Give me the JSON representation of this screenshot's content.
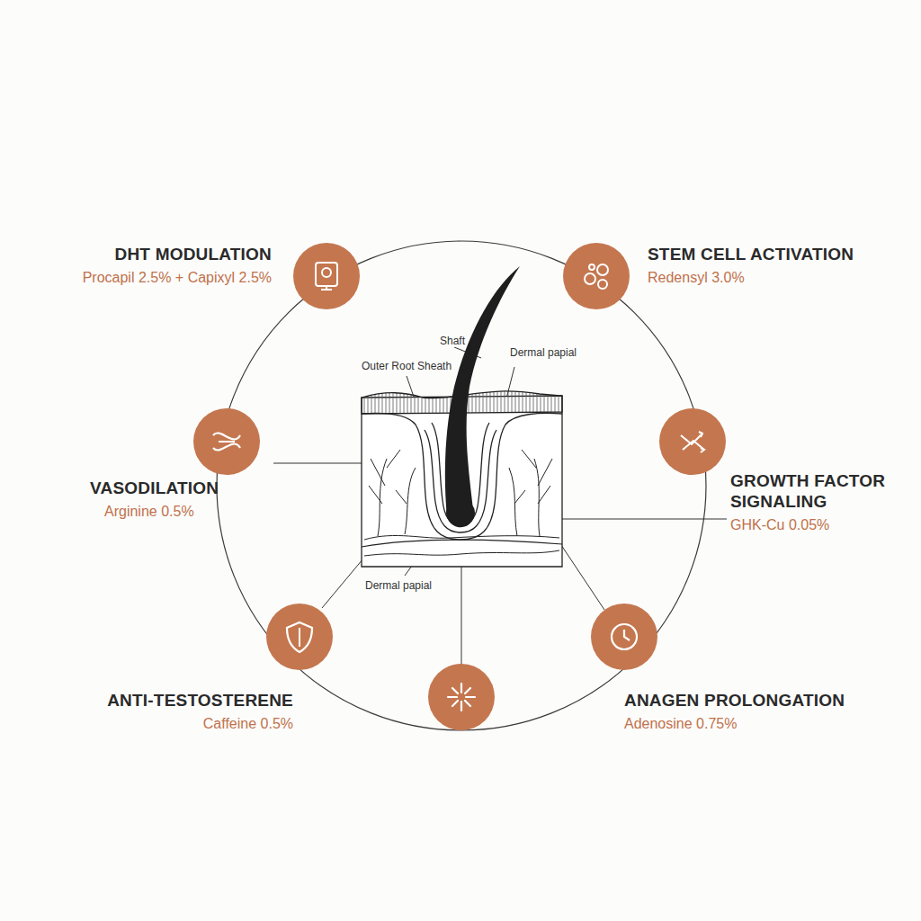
{
  "diagram": {
    "nodes": [
      {
        "text": [
          "DHT MODULATION",
          "Procapil 2.5% + Capixyl 2.5%"
        ]
      },
      {
        "text": [
          "STEM CELL ACTIVATION",
          "Redensyl 3.0%"
        ]
      },
      {
        "text": [
          "VASODILATION",
          "Arginine 0.5%"
        ]
      },
      {
        "text": [
          "GROWTH FACTOR SIGNALING",
          "GHK-Cu 0.05%"
        ]
      },
      {
        "text": [
          "ANTI-TESTOSTERENE",
          "Caffeine 0.5%"
        ]
      },
      {
        "text": [
          "ANAGEN PROLONGATION",
          "Adenosine 0.75%"
        ]
      }
    ],
    "labels": [
      "Shaft",
      "Outer Root Sheath",
      "Dermal papial",
      "Dermal papial"
    ]
  }
}
